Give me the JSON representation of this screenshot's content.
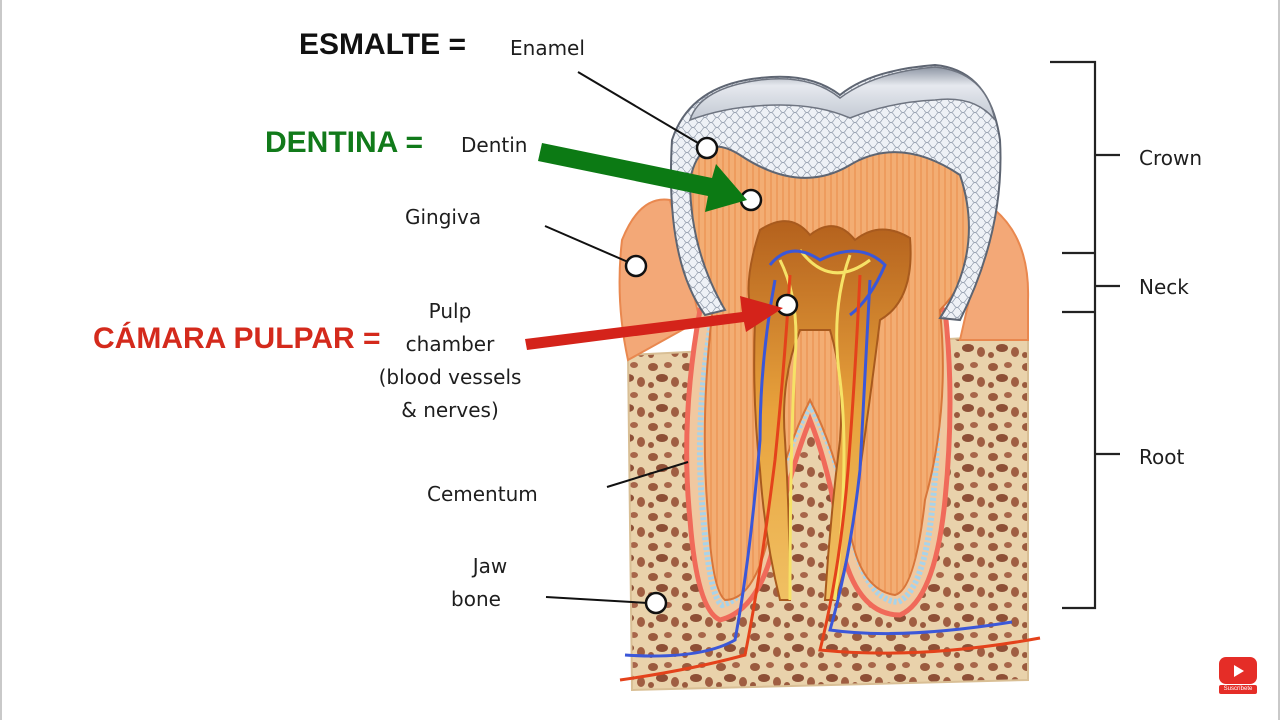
{
  "annotations": {
    "esmalte": "ESMALTE =",
    "dentina": "DENTINA =",
    "camara": "CÁMARA PULPAR ="
  },
  "labels": {
    "enamel": "Enamel",
    "dentin": "Dentin",
    "gingiva": "Gingiva",
    "pulp_lines": [
      "Pulp",
      "chamber",
      "(blood vessels",
      "& nerves)"
    ],
    "cementum": "Cementum",
    "jaw_lines": [
      "Jaw",
      "bone"
    ],
    "crown": "Crown",
    "neck": "Neck",
    "root": "Root"
  },
  "subscribe": {
    "label": "Suscríbete",
    "icon": "youtube-play-icon"
  },
  "colors": {
    "esmalte": "#111111",
    "dentina": "#117a1a",
    "camara": "#d42a1c",
    "arrow_green": "#0c7a14",
    "arrow_red": "#d4231a",
    "enamel": "#dfe3ea",
    "dentin": "#f2a86a",
    "pulp": "#e8b04a",
    "gum": "#f3a877",
    "bone": "#e6cfa7",
    "bone_spots": "#9a5a3e",
    "vein": "#3b57d8",
    "artery": "#e4421b"
  }
}
